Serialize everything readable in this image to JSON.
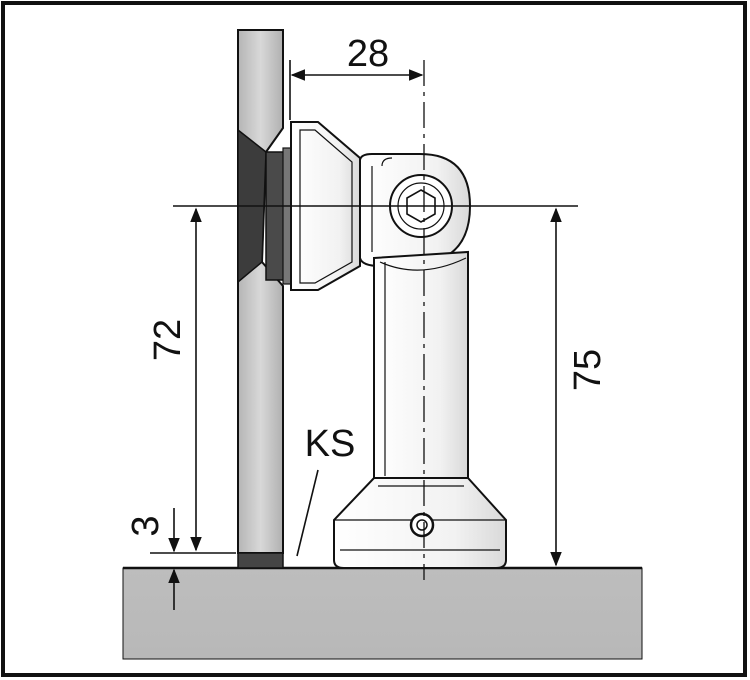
{
  "dimensions": {
    "offset_top": "28",
    "height_left": "72",
    "height_right": "75",
    "gap_bottom": "3"
  },
  "labels": {
    "gasket": "KS"
  },
  "colors": {
    "frame": "#111111",
    "floor": "#bcbcbc",
    "glass": "#c8c8c8",
    "gasket": "#4a4a4a",
    "part_fill": "#ffffff"
  }
}
